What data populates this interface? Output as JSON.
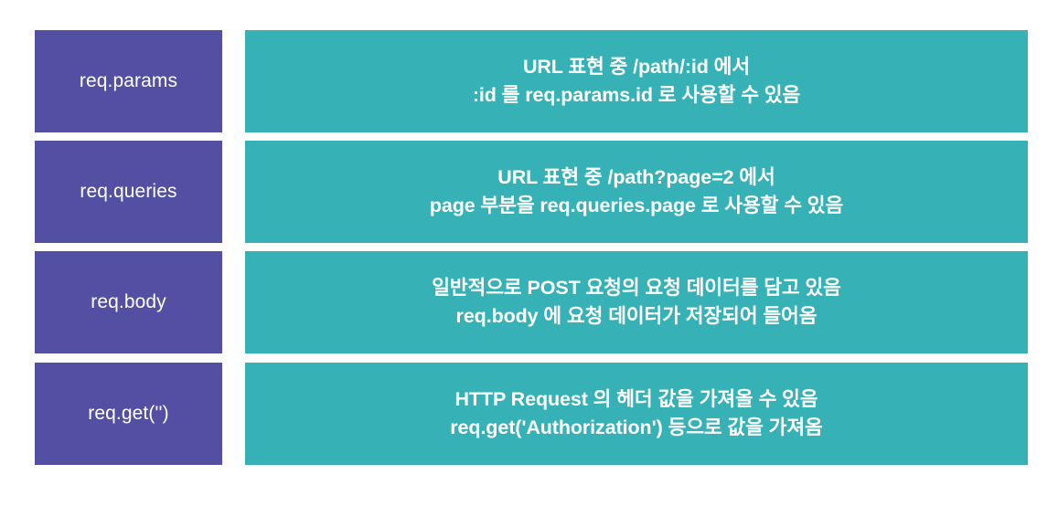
{
  "theme": {
    "background": "#ffffff",
    "term_box_color": "#5350A3",
    "desc_box_color": "#36B2B6",
    "text_color": "#ffffff"
  },
  "rows": [
    {
      "term": "req.params",
      "lines": [
        "URL 표현 중 /path/:id 에서",
        ":id 를 req.params.id 로 사용할 수 있음"
      ]
    },
    {
      "term": "req.queries",
      "lines": [
        "URL 표현 중 /path?page=2 에서",
        "page 부분을 req.queries.page 로 사용할 수 있음"
      ]
    },
    {
      "term": "req.body",
      "lines": [
        "일반적으로 POST 요청의 요청 데이터를 담고 있음",
        "req.body 에 요청 데이터가 저장되어 들어옴"
      ]
    },
    {
      "term": "req.get('')",
      "lines": [
        "HTTP Request 의 헤더 값을 가져올 수 있음",
        "req.get('Authorization') 등으로 값을 가져옴"
      ]
    }
  ]
}
